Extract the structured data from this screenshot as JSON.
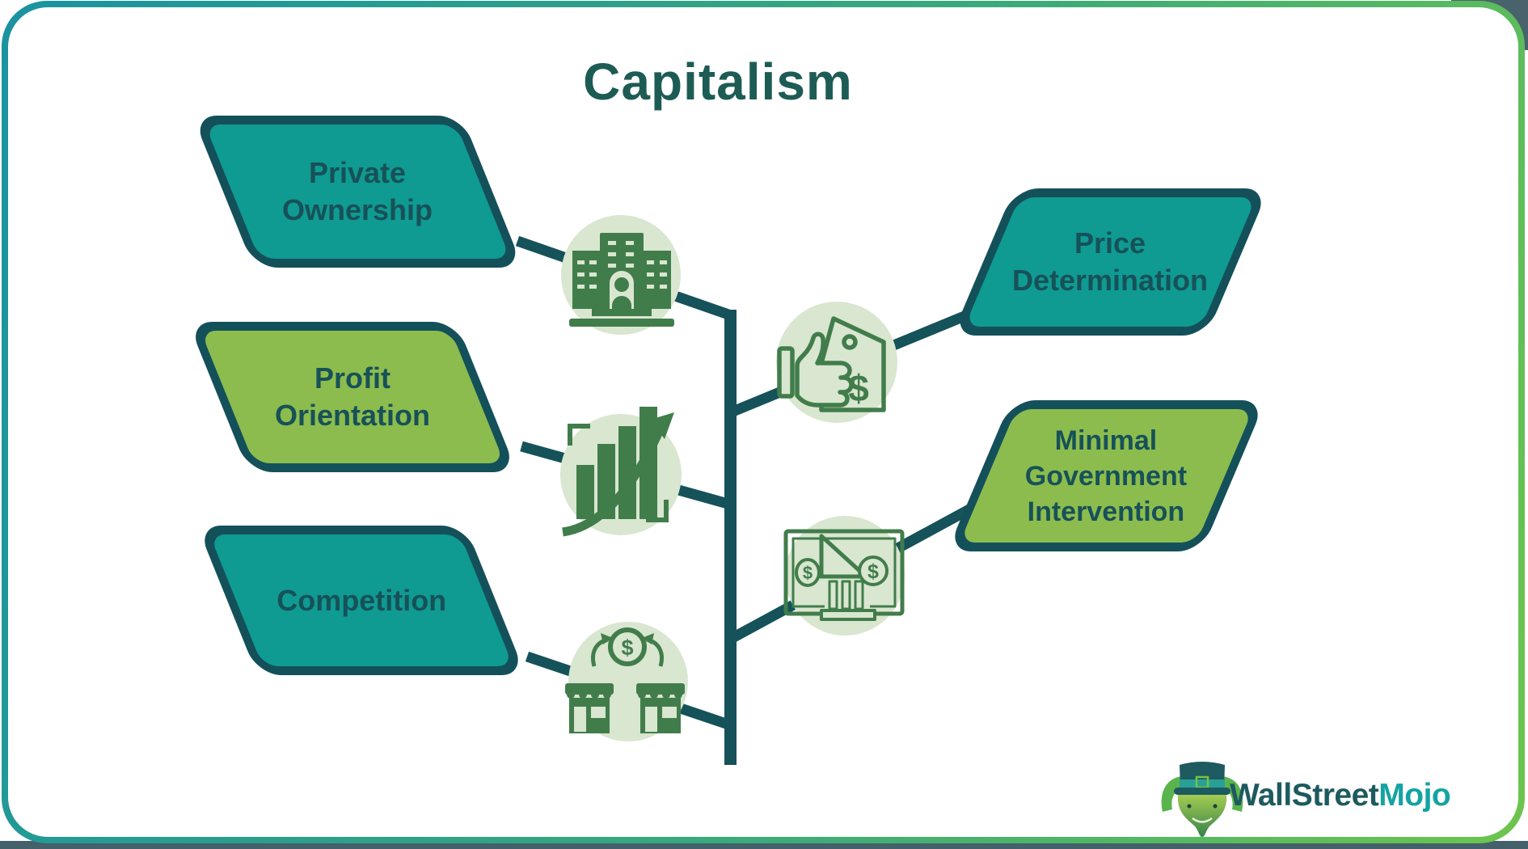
{
  "title": "Capitalism",
  "boxes": {
    "private_ownership": {
      "label": "Private Ownership",
      "lines": [
        "Private",
        "Ownership"
      ],
      "variant": "teal"
    },
    "profit_orientation": {
      "label": "Profit Orientation",
      "lines": [
        "Profit",
        "Orientation"
      ],
      "variant": "green"
    },
    "competition": {
      "label": "Competition",
      "lines": [
        "Competition"
      ],
      "variant": "teal"
    },
    "price_determination": {
      "label": "Price Determination",
      "lines": [
        "Price",
        "Determination"
      ],
      "variant": "teal"
    },
    "minimal_government_intervention": {
      "label": "Minimal Government Intervention",
      "lines": [
        "Minimal",
        "Government",
        "Intervention"
      ],
      "variant": "green"
    }
  },
  "icons": {
    "private_ownership": "office-building-icon",
    "profit_orientation": "growth-chart-icon",
    "competition": "competing-stores-icon",
    "price_determination": "thumbs-up-price-tag-icon",
    "minimal_government_intervention": "government-banknote-icon"
  },
  "icon_symbols": {
    "coin_dollar": "$",
    "tag_dollar": "$",
    "bill_left_dollar": "$",
    "bill_right_dollar": "$"
  },
  "logo": {
    "brand_part1": "WallStreet",
    "brand_part2": "Mojo",
    "mascot": "bull-mascot-icon"
  },
  "colors": {
    "teal_fill": "#0f9a92",
    "green_fill": "#8cbc4e",
    "dark_teal": "#14505a",
    "text_dark": "#175158",
    "circle_bg": "#d9e6d0",
    "icon_green": "#417d4b",
    "border_gradient_start": "#1a93a0",
    "border_gradient_end": "#6dc54e",
    "logo_primary": "#1d5a5e",
    "logo_accent": "#14a3a3",
    "backdrop_slate": "#4a626c"
  }
}
